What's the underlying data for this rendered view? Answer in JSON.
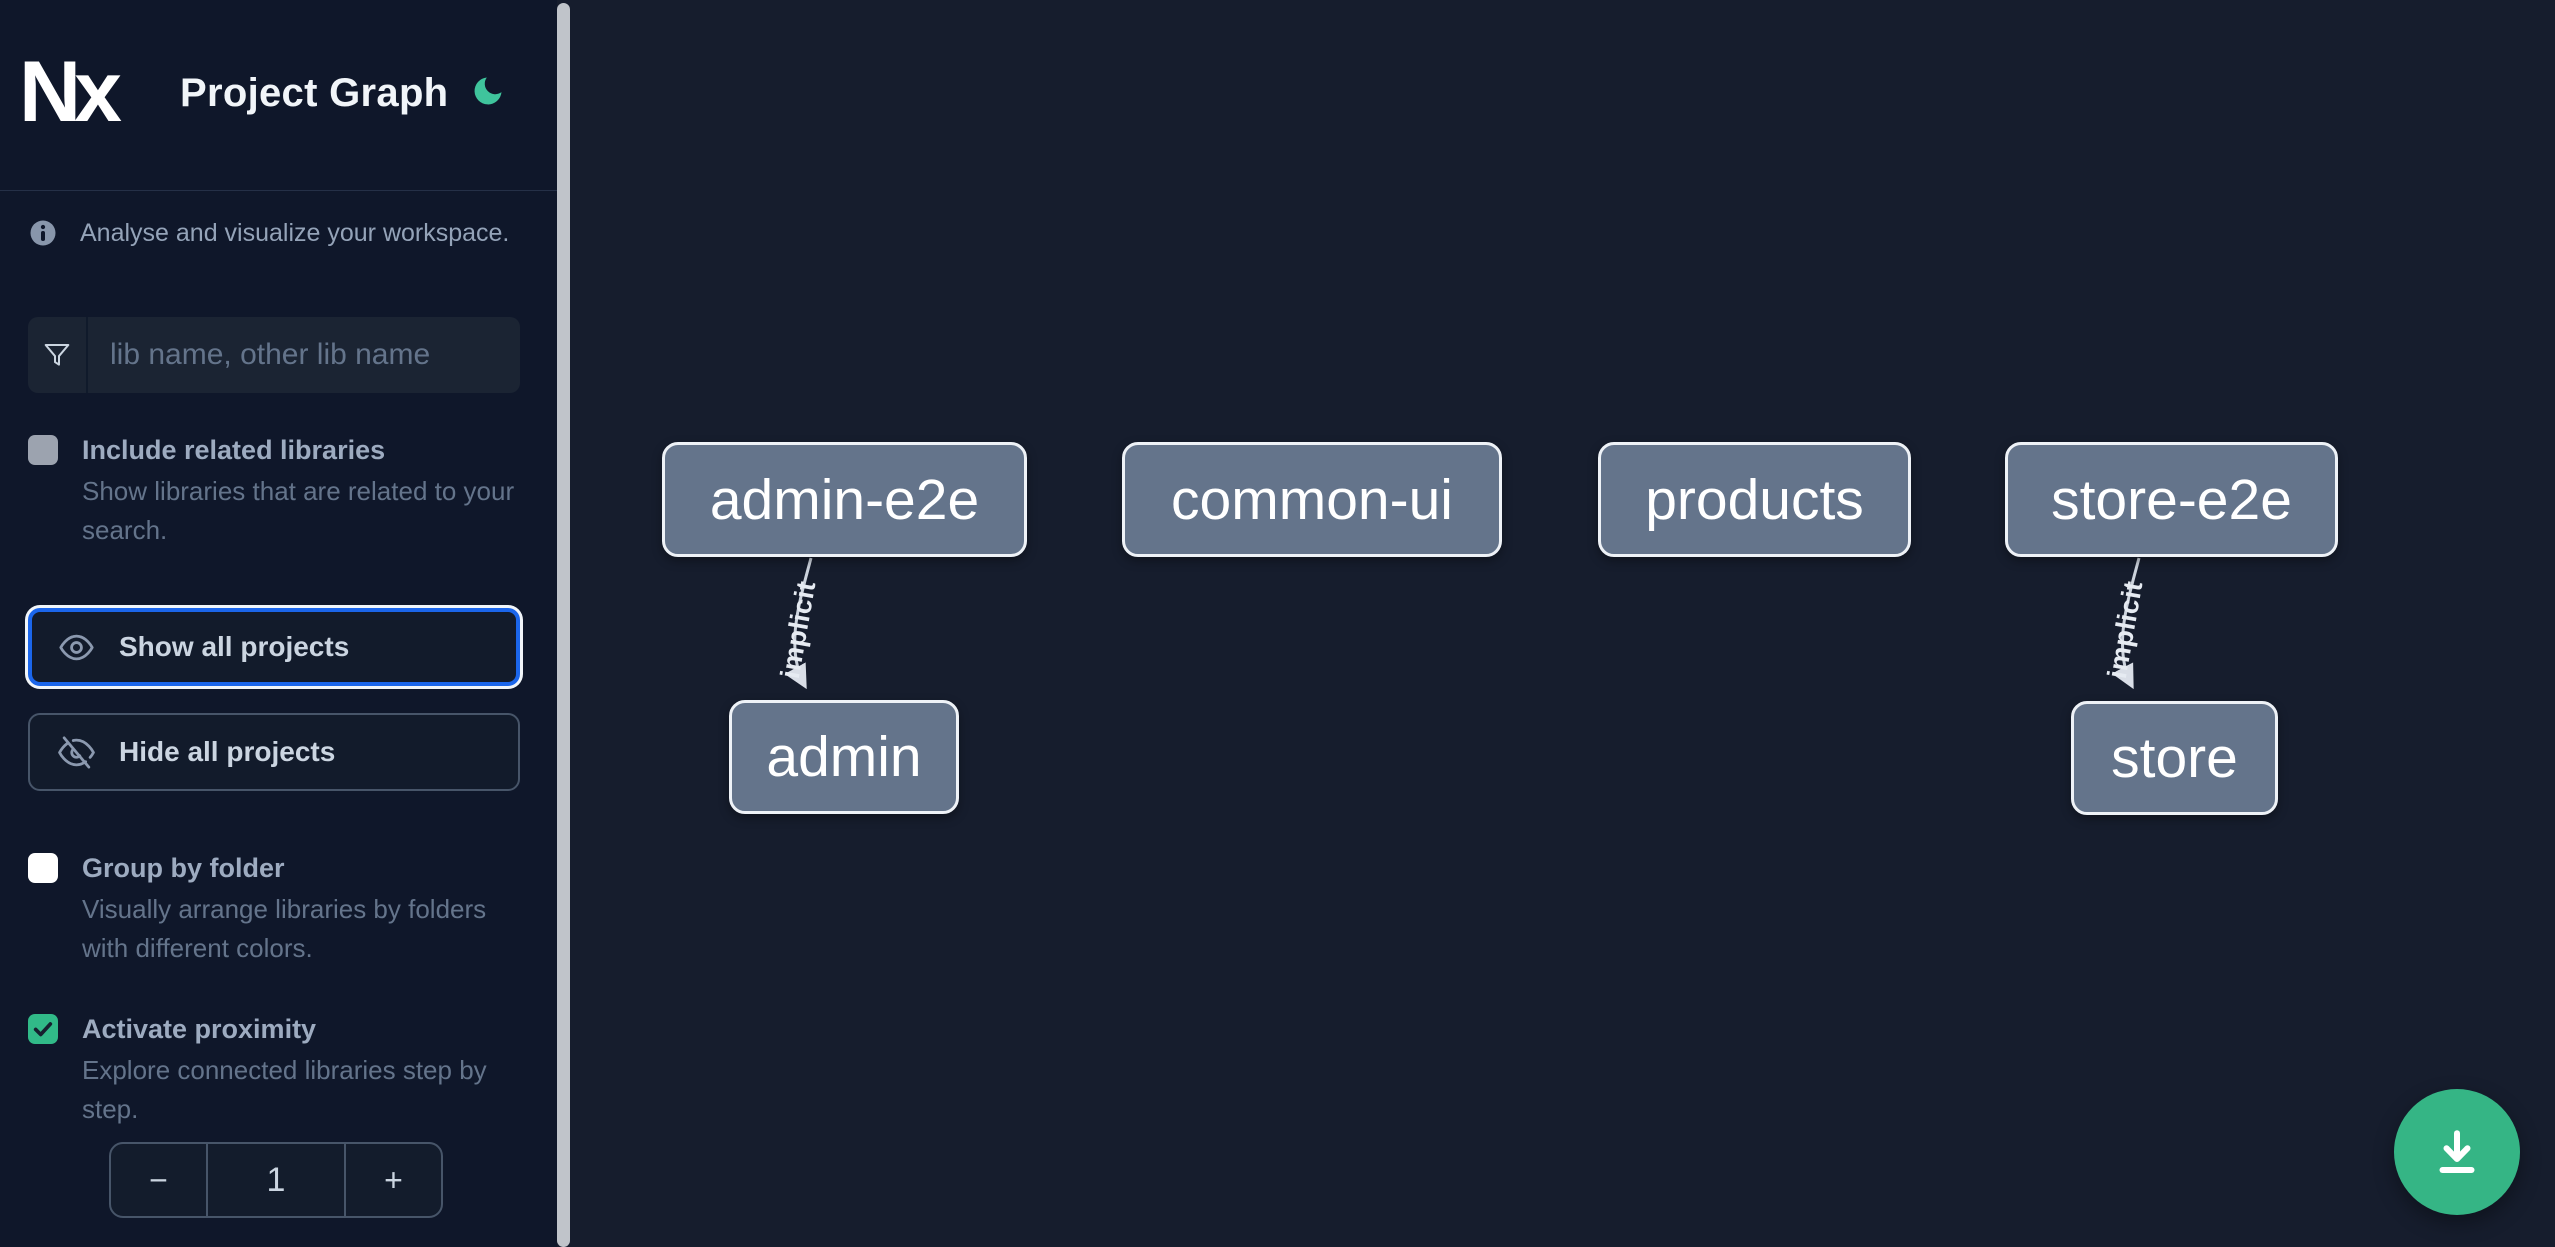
{
  "header": {
    "title": "Project Graph",
    "logo_text": "Nx"
  },
  "sidebar": {
    "tagline": "Analyse and visualize your workspace.",
    "filter_placeholder": "lib name, other lib name",
    "include_related": {
      "label": "Include related libraries",
      "description": "Show libraries that are related to your search.",
      "checked": false
    },
    "show_all": {
      "label": "Show all projects",
      "focused": true
    },
    "hide_all": {
      "label": "Hide all projects"
    },
    "group_by_folder": {
      "label": "Group by folder",
      "description": "Visually arrange libraries by folders with different colors.",
      "checked": false
    },
    "activate_proximity": {
      "label": "Activate proximity",
      "description": "Explore connected libraries step by step.",
      "checked": true
    },
    "stepper": {
      "decrement": "−",
      "value": "1",
      "increment": "+"
    }
  },
  "graph": {
    "nodes": [
      {
        "id": "admin-e2e",
        "label": "admin-e2e"
      },
      {
        "id": "common-ui",
        "label": "common-ui"
      },
      {
        "id": "products",
        "label": "products"
      },
      {
        "id": "store-e2e",
        "label": "store-e2e"
      },
      {
        "id": "admin",
        "label": "admin"
      },
      {
        "id": "store",
        "label": "store"
      }
    ],
    "edges": [
      {
        "from": "admin-e2e",
        "to": "admin",
        "label": "implicit",
        "type": "implicit"
      },
      {
        "from": "store-e2e",
        "to": "store",
        "label": "implicit",
        "type": "implicit"
      }
    ]
  },
  "icons": {
    "logo": "nx-logo",
    "theme_toggle": "moon-icon",
    "tagline": "info-icon",
    "filter": "funnel-icon",
    "show_all": "eye-icon",
    "hide_all": "eye-off-icon",
    "proximity_checkbox": "check-icon",
    "fab": "download-icon"
  },
  "colors": {
    "sidebar_bg": "#0f172a",
    "canvas_bg": "#161d2d",
    "accent_green": "#35b585",
    "moon_green": "#3fc49c",
    "checkbox_green": "#31ba88",
    "focus_blue": "#1b66eb",
    "node_fill": "#64748b",
    "node_border": "#eef2f7",
    "edge_gray": "#ccd3dd"
  }
}
